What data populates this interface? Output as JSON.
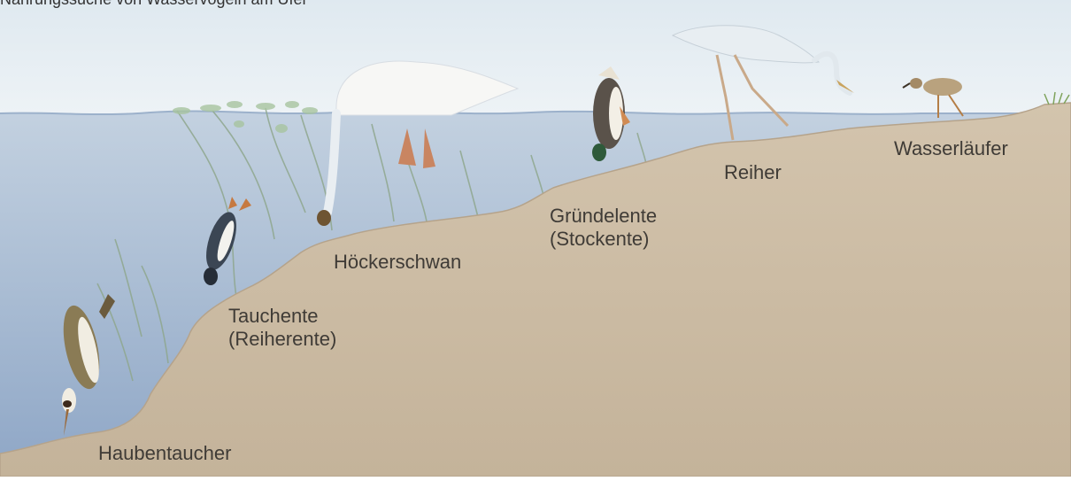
{
  "title_fragment": "Nahrungssuche von Wasservögeln am Ufer",
  "labels": {
    "haubentaucher": "Haubentaucher",
    "tauchente_line1": "Tauchente",
    "tauchente_line2": "(Reiherente)",
    "hoeckerschwan": "Höckerschwan",
    "gruendelente_line1": "Gründelente",
    "gruendelente_line2": "(Stockente)",
    "reiher": "Reiher",
    "wasserlaeufer": "Wasserläufer"
  },
  "colors": {
    "sky": "#e6eef3",
    "water_top": "#b8c9dc",
    "water_deep": "#7f98bd",
    "ground": "#ccbca5",
    "ground_edge": "#b5a38b",
    "plants": "#8fa78e",
    "label": "#3f3b36"
  }
}
